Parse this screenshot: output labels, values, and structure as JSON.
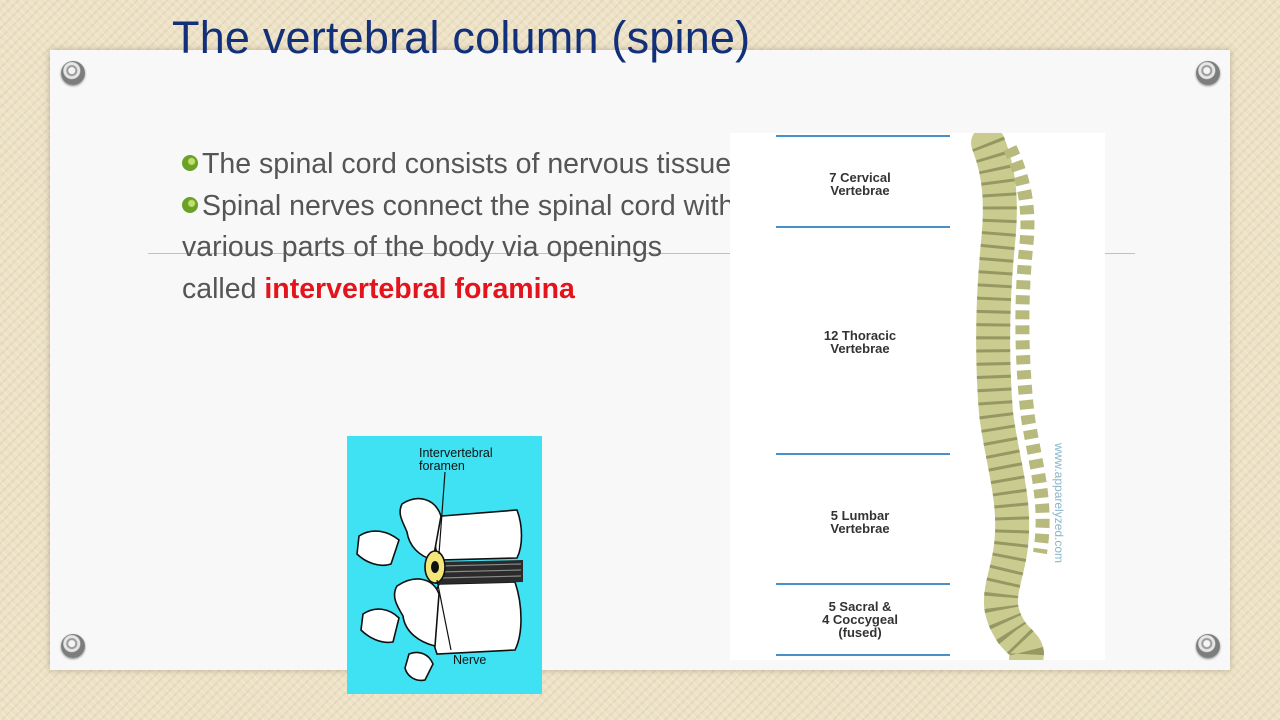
{
  "slide": {
    "title": "The vertebral column (spine)",
    "bullets": [
      {
        "text": "The spinal cord consists of nervous tissue"
      },
      {
        "text_before": "Spinal nerves connect the spinal cord with various parts of the body via openings called",
        "highlight": "intervertebral foramina"
      }
    ]
  },
  "spine_figure": {
    "regions": [
      {
        "line1": "7 Cervical",
        "line2": "Vertebrae"
      },
      {
        "line1": "12 Thoracic",
        "line2": "Vertebrae"
      },
      {
        "line1": "5 Lumbar",
        "line2": "Vertebrae"
      },
      {
        "line1": "5 Sacral &",
        "line2": "4 Coccygeal",
        "line3": "(fused)"
      }
    ],
    "watermark": "www.apparelyzed.com"
  },
  "foramen_figure": {
    "label_top_line1": "Intervertebral",
    "label_top_line2": "foramen",
    "label_bottom": "Nerve"
  },
  "colors": {
    "title": "#12307a",
    "body_text": "#555555",
    "highlight": "#e3141b",
    "bullet": "#6aa126",
    "diagram_bg": "#3fe2f2",
    "bone": "#d9dcaa"
  }
}
